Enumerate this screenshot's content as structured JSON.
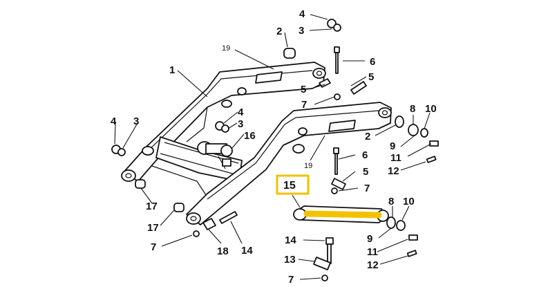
{
  "diagram": {
    "labels": {
      "l1": "1",
      "l2a": "2",
      "l2b": "2",
      "l3a": "3",
      "l3b": "3",
      "l3c": "3",
      "l4a": "4",
      "l4b": "4",
      "l4c": "4",
      "l5a": "5",
      "l5b": "5",
      "l5c": "5",
      "l6a": "6",
      "l6b": "6",
      "l7a": "7",
      "l7b": "7",
      "l7c": "7",
      "l7d": "7",
      "l8a": "8",
      "l8b": "8",
      "l9a": "9",
      "l9b": "9",
      "l10a": "10",
      "l10b": "10",
      "l11a": "11",
      "l11b": "11",
      "l12a": "12",
      "l12b": "12",
      "l13": "13",
      "l14a": "14",
      "l14b": "14",
      "l15": "15",
      "l16": "16",
      "l17a": "17",
      "l17b": "17",
      "l18": "18",
      "l19a": "19",
      "l19b": "19"
    },
    "highlight_color": "#f2c200"
  }
}
